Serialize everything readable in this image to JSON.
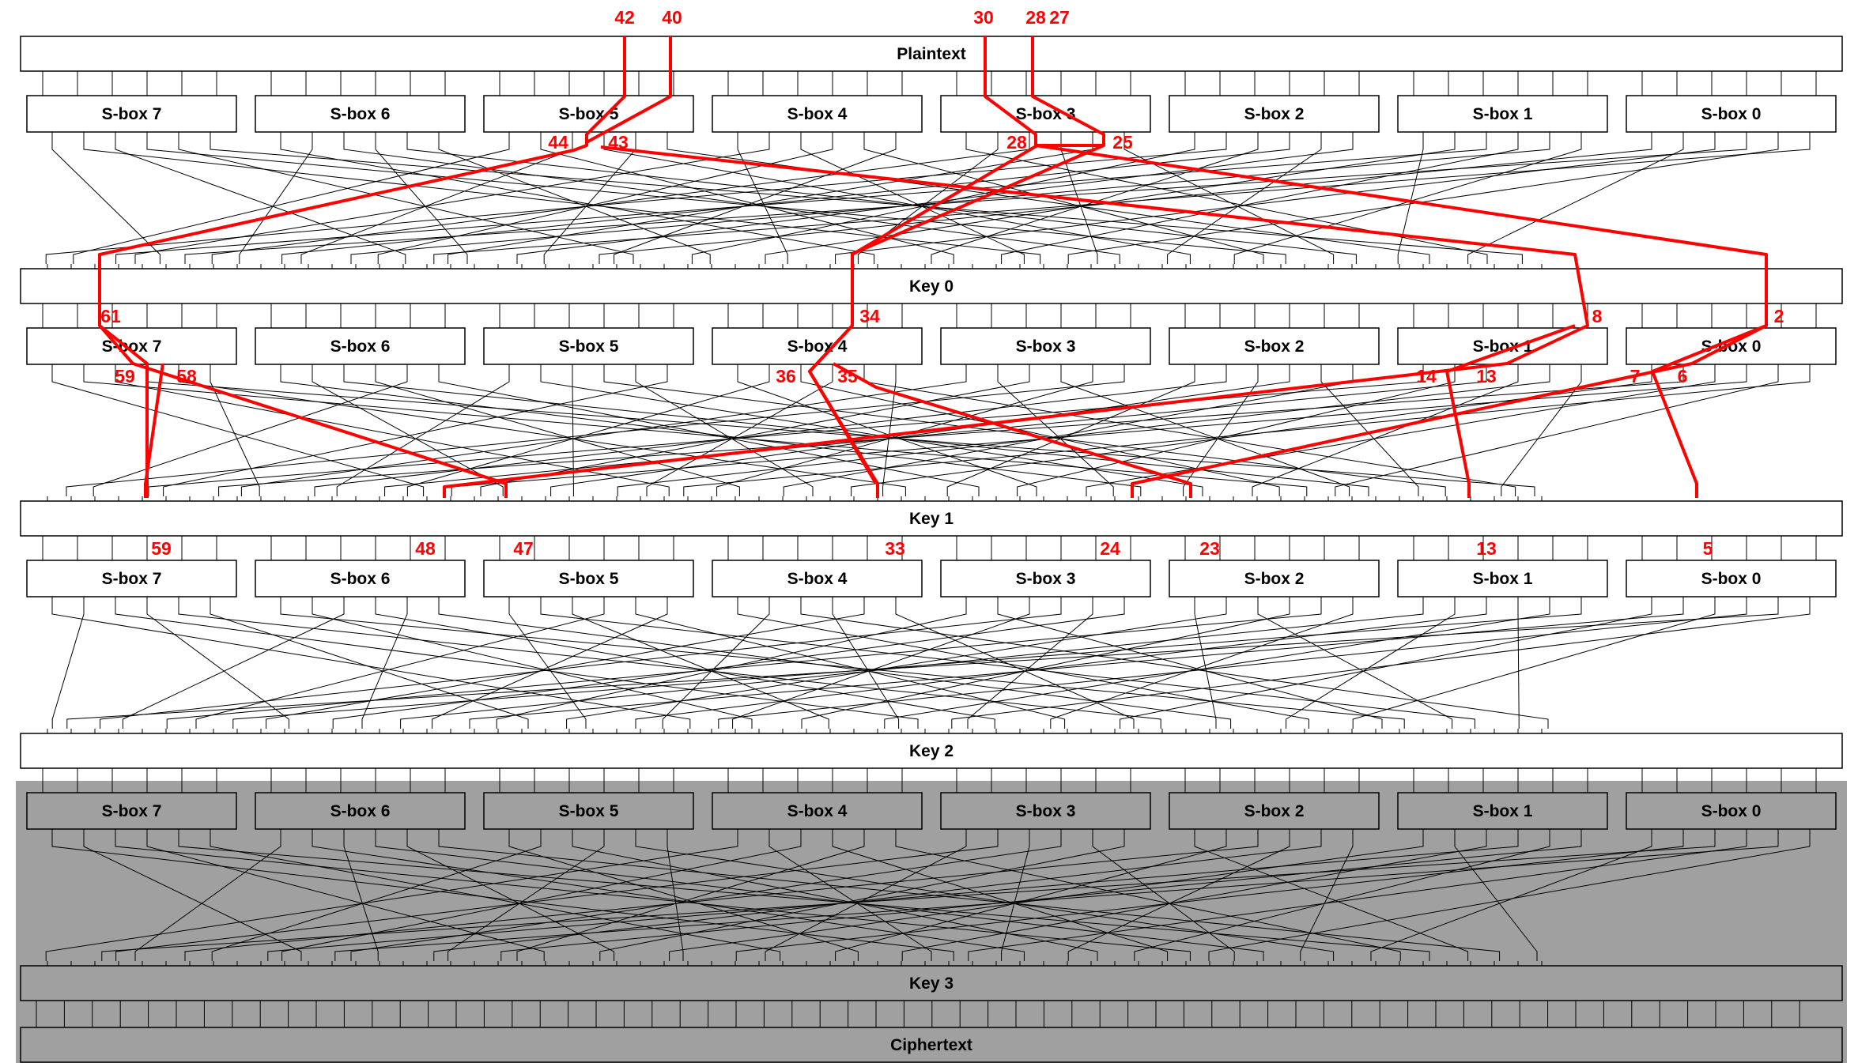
{
  "colors": {
    "trail": "#ff0000",
    "box_fill": "#ffffff",
    "shaded_fill": "#a0a0a0",
    "line": "#000000"
  },
  "bars": [
    {
      "label": "Plaintext",
      "shaded": false
    },
    {
      "label": "Key 0",
      "shaded": false
    },
    {
      "label": "Key 1",
      "shaded": false
    },
    {
      "label": "Key 2",
      "shaded": false
    },
    {
      "label": "Key 3",
      "shaded": true
    },
    {
      "label": "Ciphertext",
      "shaded": true
    }
  ],
  "sbox_rows": [
    {
      "round": 0,
      "shaded": false,
      "labels": [
        "S-box 7",
        "S-box 6",
        "S-box 5",
        "S-box 4",
        "S-box 3",
        "S-box 2",
        "S-box 1",
        "S-box 0"
      ]
    },
    {
      "round": 1,
      "shaded": false,
      "labels": [
        "S-box 7",
        "S-box 6",
        "S-box 5",
        "S-box 4",
        "S-box 3",
        "S-box 2",
        "S-box 1",
        "S-box 0"
      ]
    },
    {
      "round": 2,
      "shaded": false,
      "labels": [
        "S-box 7",
        "S-box 6",
        "S-box 5",
        "S-box 4",
        "S-box 3",
        "S-box 2",
        "S-box 1",
        "S-box 0"
      ]
    },
    {
      "round": 3,
      "shaded": true,
      "labels": [
        "S-box 7",
        "S-box 6",
        "S-box 5",
        "S-box 4",
        "S-box 3",
        "S-box 2",
        "S-box 1",
        "S-box 0"
      ]
    }
  ],
  "permutation_offsets": [
    -38,
    -22,
    14,
    31,
    -45,
    27,
    -9,
    40,
    -17,
    33,
    -30,
    6,
    44,
    -26,
    19,
    -5
  ],
  "active_bits": {
    "plaintext": [
      "42",
      "40",
      "30",
      "28",
      "27"
    ],
    "round0_out": [
      "44",
      "43",
      "28",
      "25"
    ],
    "key0": [
      "61",
      "34",
      "8",
      "2"
    ],
    "round1_out": [
      "59",
      "58",
      "36",
      "35",
      "14",
      "13",
      "7",
      "6"
    ],
    "key1": [
      "59",
      "48",
      "47",
      "33",
      "24",
      "23",
      "13",
      "5"
    ]
  }
}
